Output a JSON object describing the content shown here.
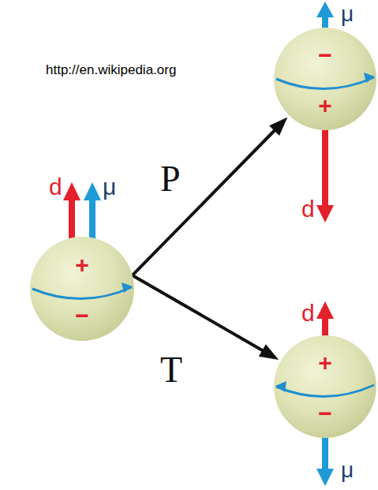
{
  "diagram": {
    "nodes": [
      {
        "text": [
          "+",
          "−"
        ]
      },
      {
        "text": [
          "−",
          "+"
        ]
      },
      {
        "text": [
          "+",
          "−"
        ]
      }
    ],
    "edges": [
      {
        "from": 0,
        "to": 1,
        "arrow": "to",
        "label": "P"
      },
      {
        "from": 0,
        "to": 2,
        "arrow": "to",
        "label": "T"
      }
    ],
    "labels": [
      "http://en.wikipedia.org",
      "d",
      "μ",
      "μ",
      "d",
      "d",
      "μ"
    ]
  }
}
